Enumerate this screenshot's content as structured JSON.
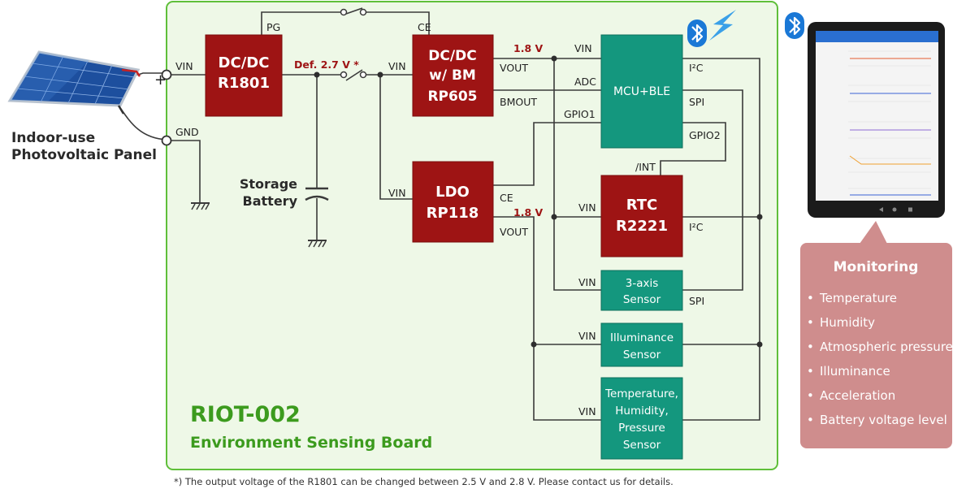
{
  "panel": {
    "label_line1": "Indoor-use",
    "label_line2": "Photovoltaic Panel",
    "plus": "+"
  },
  "board": {
    "title": "RIOT-002",
    "subtitle": "Environment Sensing Board"
  },
  "battery": {
    "line1": "Storage",
    "line2": "Battery"
  },
  "dcdc1": {
    "line1": "DC/DC",
    "line2": "R1801",
    "pin_vin": "VIN",
    "pin_pg": "PG",
    "pin_gnd": "GND",
    "out_label": "Def. 2.7 V *"
  },
  "dcdc2": {
    "line1": "DC/DC",
    "line2": "w/ BM",
    "line3": "RP605",
    "pin_ce": "CE",
    "pin_vin": "VIN",
    "pin_vout": "VOUT",
    "pin_bmout": "BMOUT",
    "out_voltage": "1.8 V"
  },
  "ldo": {
    "line1": "LDO",
    "line2": "RP118",
    "pin_vin": "VIN",
    "pin_ce": "CE",
    "pin_vout": "VOUT",
    "out_voltage": "1.8 V"
  },
  "mcu": {
    "label": "MCU+BLE",
    "pin_vin": "VIN",
    "pin_adc": "ADC",
    "pin_gpio1": "GPIO1",
    "pin_i2c": "I²C",
    "pin_spi": "SPI",
    "pin_gpio2": "GPIO2"
  },
  "rtc": {
    "line1": "RTC",
    "line2": "R2221",
    "pin_int": "/INT",
    "pin_vin": "VIN",
    "pin_i2c": "I²C"
  },
  "sensor_accel": {
    "line1": "3-axis",
    "line2": "Sensor",
    "pin_vin": "VIN",
    "pin_spi": "SPI"
  },
  "sensor_light": {
    "line1": "Illuminance",
    "line2": "Sensor",
    "pin_vin": "VIN"
  },
  "sensor_env": {
    "line1": "Temperature,",
    "line2": "Humidity,",
    "line3": "Pressure",
    "line4": "Sensor",
    "pin_vin": "VIN"
  },
  "monitoring": {
    "title": "Monitoring",
    "items": [
      "Temperature",
      "Humidity",
      "Atmospheric pressure",
      "Illuminance",
      "Acceleration",
      "Battery voltage level"
    ]
  },
  "footnote": "*) The output voltage of the R1801 can be changed between 2.5 V and 2.8 V. Please contact us for details.",
  "icons": {
    "bluetooth": "bluetooth-icon",
    "wireless": "lightning-icon",
    "ground": "ground-icon",
    "switch": "switch-icon"
  },
  "colors": {
    "chip_red": "#9e1414",
    "chip_teal": "#14977e",
    "board_border": "#5fbf3a",
    "board_bg": "#eef8e7",
    "board_title": "#3c9b1e",
    "callout": "#cf8d8d",
    "voltage_text": "#9e1414"
  }
}
